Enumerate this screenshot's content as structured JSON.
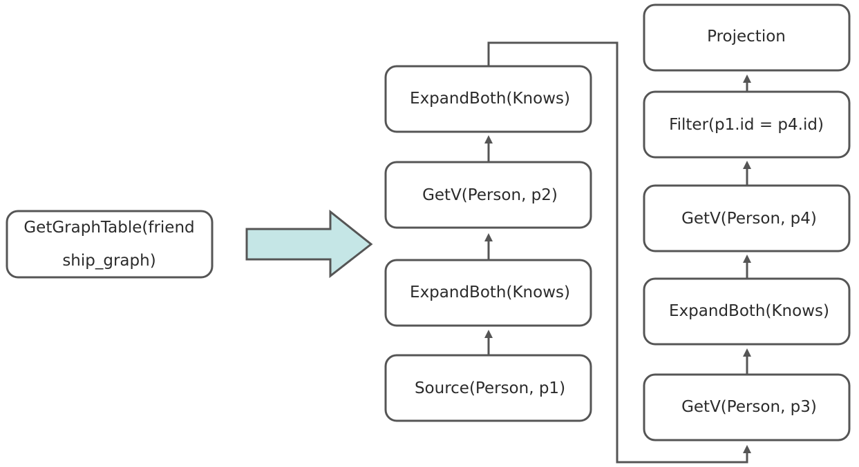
{
  "source_node": {
    "line1": "GetGraphTable(friend",
    "line2": "ship_graph)"
  },
  "left_column": {
    "source": "Source(Person, p1)",
    "expand1": "ExpandBoth(Knows)",
    "getv_p2": "GetV(Person, p2)",
    "expand2": "ExpandBoth(Knows)"
  },
  "right_column": {
    "getv_p3": "GetV(Person, p3)",
    "expand3": "ExpandBoth(Knows)",
    "getv_p4": "GetV(Person, p4)",
    "filter": "Filter(p1.id = p4.id)",
    "projection": "Projection"
  },
  "colors": {
    "arrow_fill": "#c5e6e6",
    "stroke": "#555555",
    "text": "#2b2b2b"
  }
}
